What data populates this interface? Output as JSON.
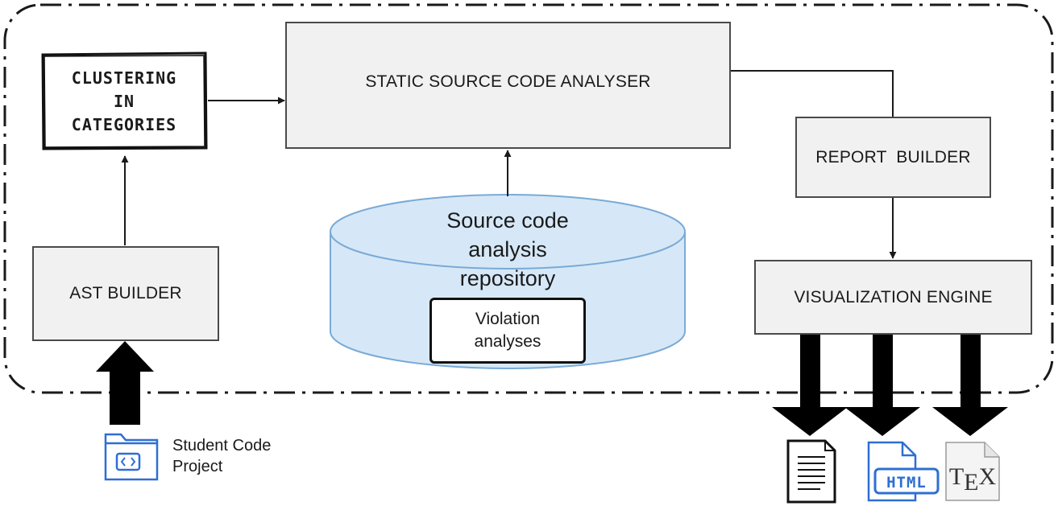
{
  "boxes": {
    "clustering": [
      "CLUSTERING",
      "IN",
      "CATEGORIES"
    ],
    "static_analyser": "STATIC SOURCE CODE ANALYSER",
    "report_builder": "REPORT  BUILDER",
    "ast_builder": "AST BUILDER",
    "visualization_engine": "VISUALIZATION ENGINE"
  },
  "repository": {
    "title": [
      "Source code",
      "analysis",
      "repository"
    ],
    "inner_box": [
      "Violation",
      "analyses"
    ]
  },
  "input": {
    "label": [
      "Student Code",
      "Project"
    ],
    "icon": "folder-code-icon"
  },
  "outputs": {
    "icons": [
      "document-icon",
      "html-file-icon",
      "tex-file-icon"
    ],
    "html_badge": "HTML",
    "tex_badge": "TEX"
  },
  "colors": {
    "box_fill": "#f1f1f1",
    "border": "#4a4a4a",
    "repository_fill": "#d6e8f7",
    "repository_stroke": "#7aaad6",
    "icon_blue": "#2d6fd2"
  }
}
